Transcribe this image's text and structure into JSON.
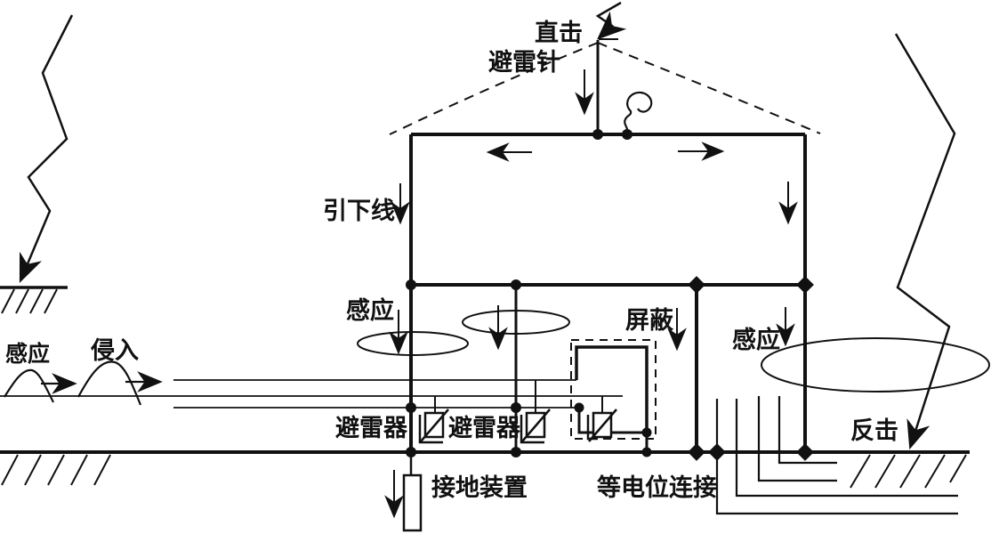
{
  "labels": {
    "direct_strike": "直击",
    "air_terminal": "避雷针",
    "down_conductor": "引下线",
    "induction_mid": "感应",
    "shielding": "屏蔽",
    "induction_right": "感应",
    "induction_left": "感应",
    "intrusion": "侵入",
    "arrester_left": "避雷器",
    "arrester_mid": "避雷器",
    "counterstrike": "反击",
    "grounding_device": "接地装置",
    "equipotential_bonding": "等电位连接"
  },
  "colors": {
    "line": "#111111",
    "background": "#ffffff"
  }
}
